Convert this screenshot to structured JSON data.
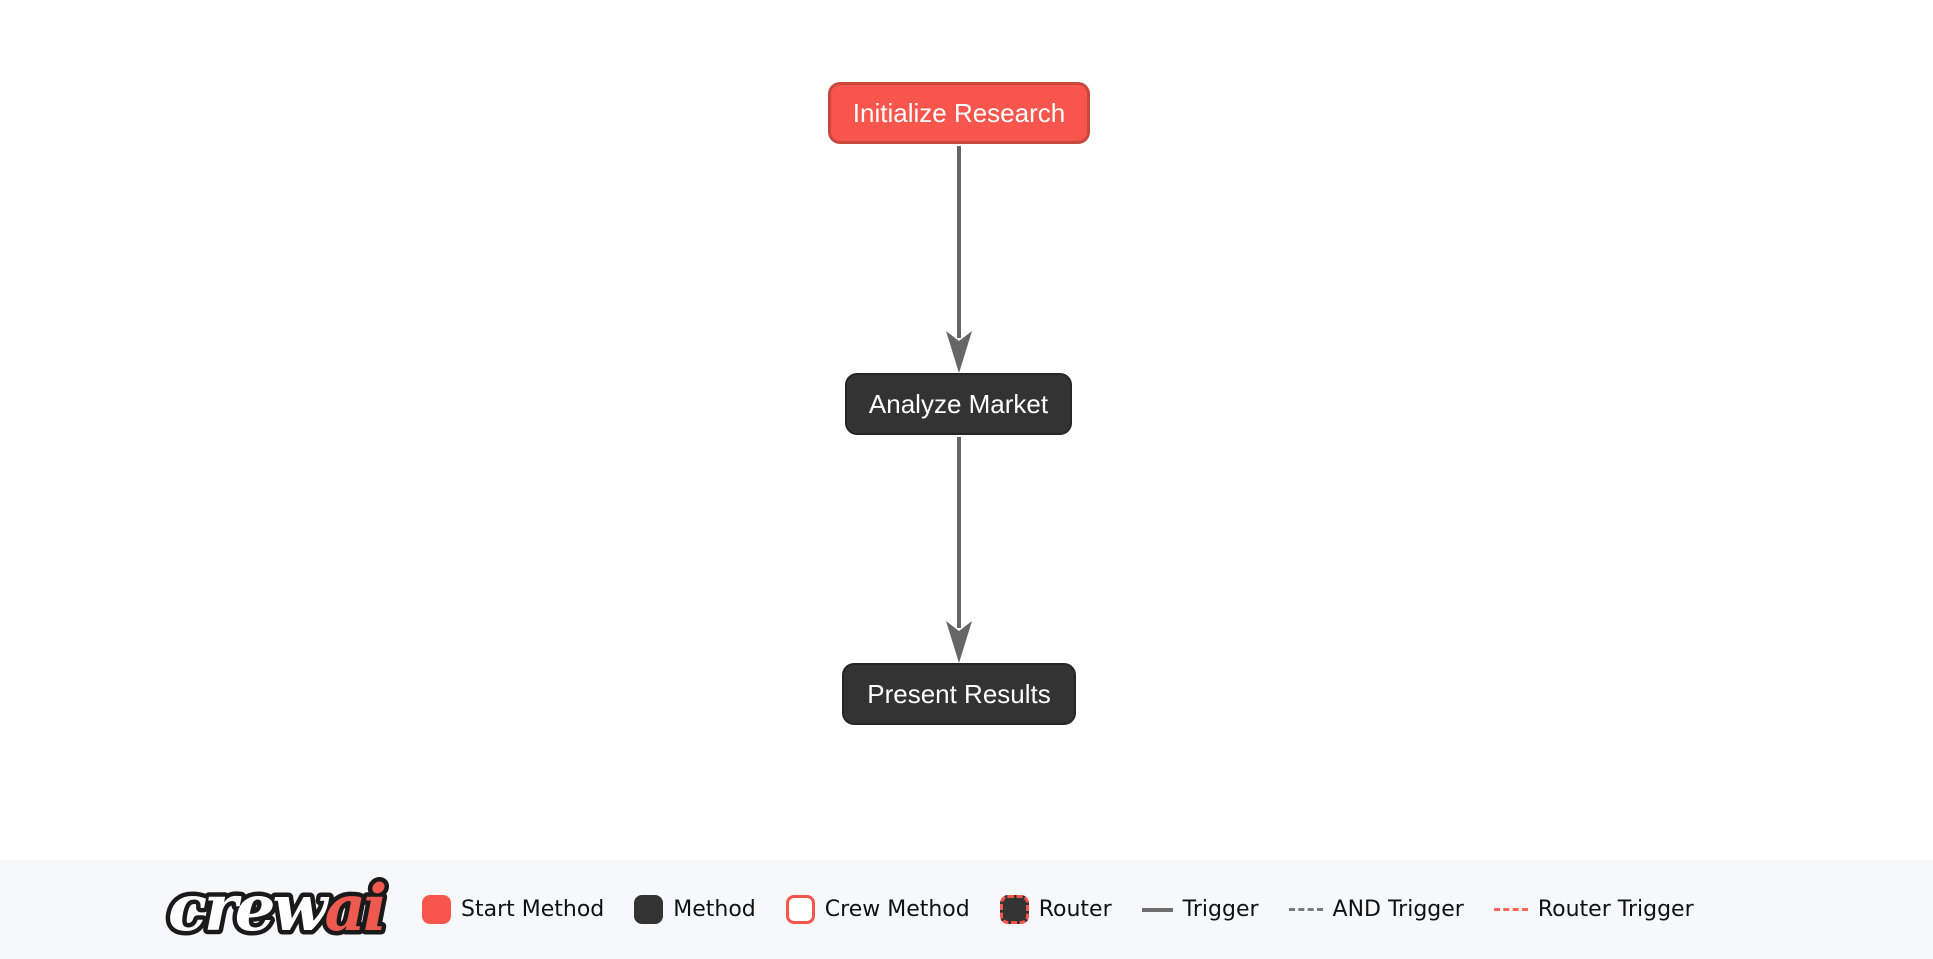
{
  "flow": {
    "nodes": [
      {
        "label": "Initialize Research",
        "type": "start-method"
      },
      {
        "label": "Analyze Market",
        "type": "method"
      },
      {
        "label": "Present Results",
        "type": "method"
      }
    ],
    "edges": [
      {
        "from": "Initialize Research",
        "to": "Analyze Market",
        "type": "trigger"
      },
      {
        "from": "Analyze Market",
        "to": "Present Results",
        "type": "trigger"
      }
    ]
  },
  "legend": {
    "logo_crew": "crew",
    "logo_ai": "ai",
    "items": [
      {
        "label": "Start Method",
        "swatch": "start-method-square"
      },
      {
        "label": "Method",
        "swatch": "method-square"
      },
      {
        "label": "Crew Method",
        "swatch": "crew-method-square"
      },
      {
        "label": "Router",
        "swatch": "router-square"
      },
      {
        "label": "Trigger",
        "swatch": "solid-line"
      },
      {
        "label": "AND Trigger",
        "swatch": "dashed-line"
      },
      {
        "label": "Router Trigger",
        "swatch": "dashed-red-line"
      }
    ]
  },
  "colors": {
    "brand_red": "#F8554C",
    "brand_red_border": "#C8473F",
    "method_dark": "#333333",
    "edge_gray": "#666666",
    "router_trigger_red": "#F8655B",
    "legend_bg": "#F7F8FA",
    "canvas_bg": "#FFFFFF",
    "node_text": "#FFFFFF",
    "legend_text": "#111111"
  }
}
